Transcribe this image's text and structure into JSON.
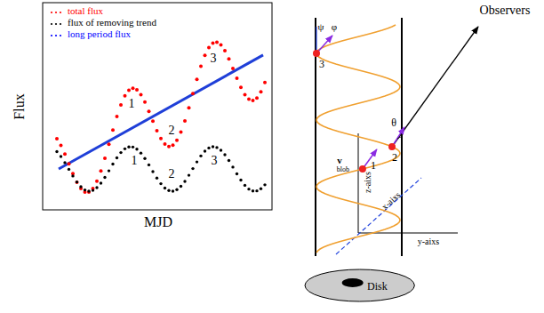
{
  "diagram": {
    "nodes": [
      {
        "text": [
          "Disk"
        ]
      }
    ],
    "labels": [
      "Flux",
      "MJD",
      "1",
      "2",
      "3",
      "1",
      "2",
      "3",
      "Observers",
      "z-aixs",
      "y-aixs",
      "x-aixs",
      "v",
      "blob",
      "ψ",
      "φ",
      "θ",
      "1",
      "2",
      "3"
    ],
    "legend": [
      {
        "text": "total flux"
      },
      {
        "text": "flux of removing trend"
      },
      {
        "text": "long period flux"
      }
    ]
  }
}
